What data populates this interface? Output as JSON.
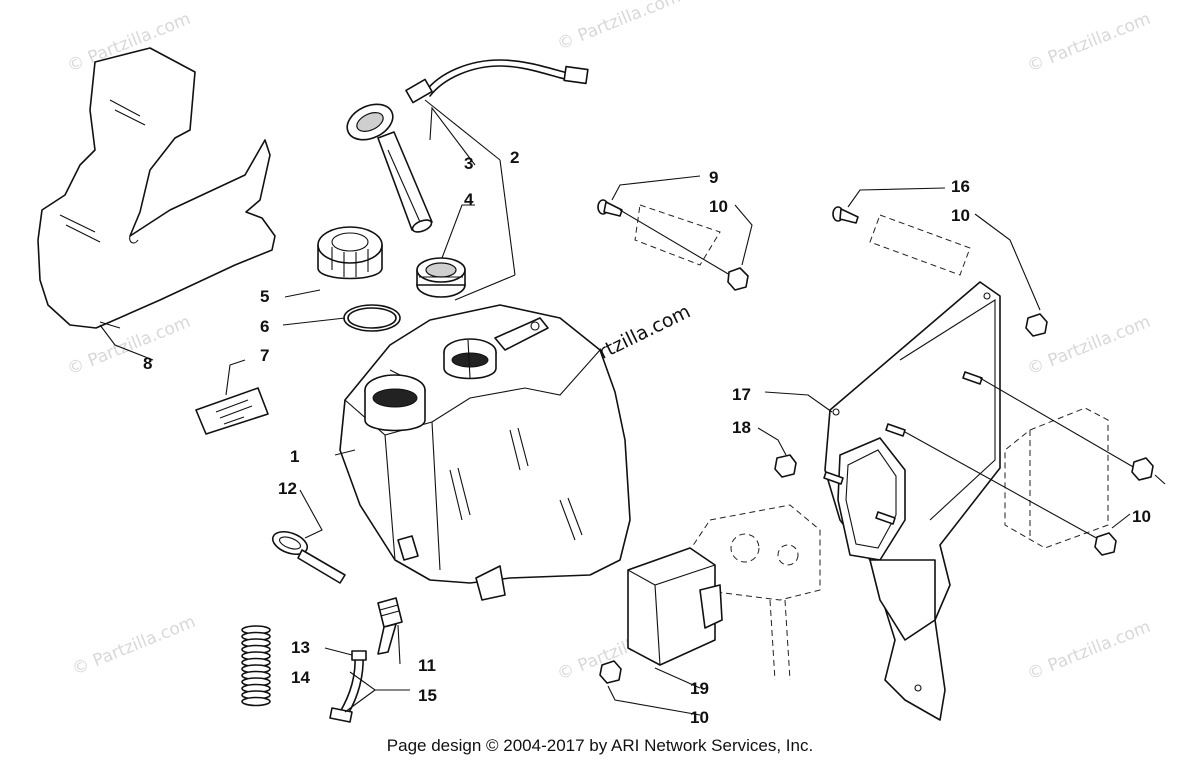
{
  "watermark": "© Partzilla.com",
  "callouts": {
    "c1": "1",
    "c2": "2",
    "c3": "3",
    "c4": "4",
    "c5": "5",
    "c6": "6",
    "c7": "7",
    "c8": "8",
    "c9": "9",
    "c10": "10",
    "c11": "11",
    "c12": "12",
    "c13": "13",
    "c14": "14",
    "c15": "15",
    "c16": "16",
    "c17": "17",
    "c18": "18",
    "c19": "19"
  },
  "footer": {
    "text": "Page design © 2004-2017 by ARI Network Services, Inc."
  }
}
